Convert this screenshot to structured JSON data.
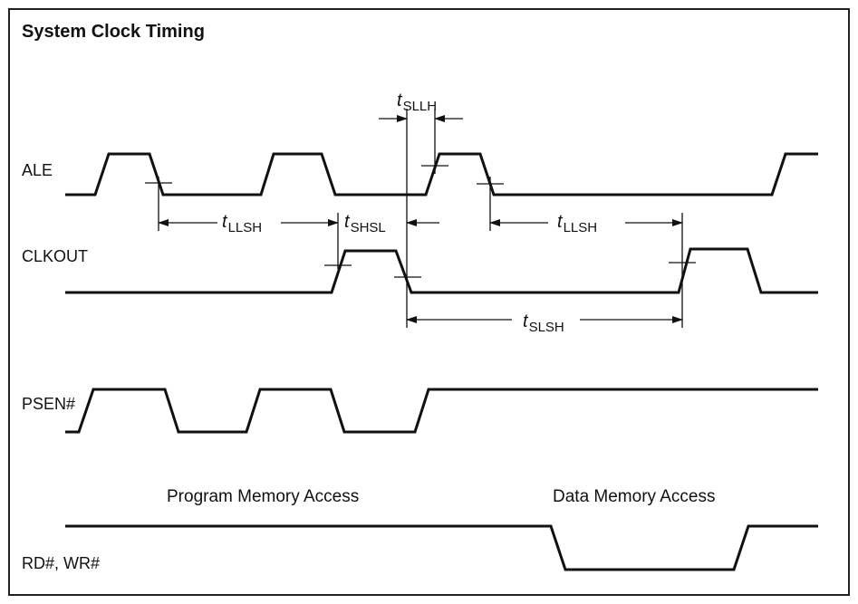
{
  "diagram": {
    "title": "System Clock Timing",
    "signals": [
      {
        "id": "ale",
        "label": "ALE"
      },
      {
        "id": "clkout",
        "label": "CLKOUT"
      },
      {
        "id": "psen",
        "label": "PSEN#"
      },
      {
        "id": "rdwr",
        "label": "RD#, WR#"
      }
    ],
    "sections": {
      "program": "Program Memory Access",
      "data": "Data Memory Access"
    },
    "timing_params": [
      {
        "id": "tsllh",
        "prefix": "t",
        "sub": "SLLH"
      },
      {
        "id": "tllsh_1",
        "prefix": "t",
        "sub": "LLSH"
      },
      {
        "id": "tshsl",
        "prefix": "t",
        "sub": "SHSL"
      },
      {
        "id": "tllsh_2",
        "prefix": "t",
        "sub": "LLSH"
      },
      {
        "id": "tslsh",
        "prefix": "t",
        "sub": "SLSH"
      }
    ]
  }
}
